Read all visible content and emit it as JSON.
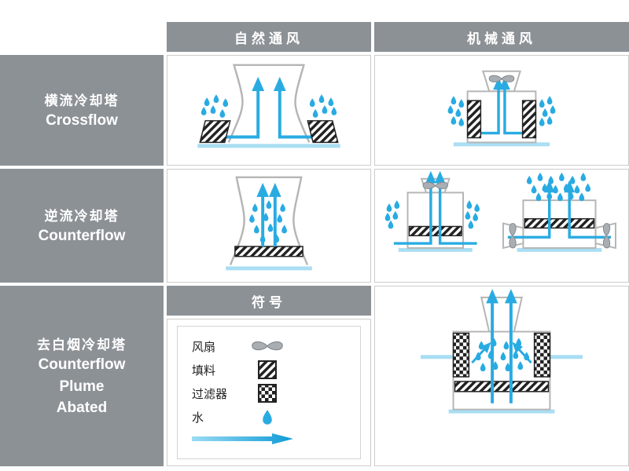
{
  "colors": {
    "header_gray": "#8c9196",
    "arrow_blue": "#29abe2",
    "basin_light_blue": "#a9def3",
    "pattern_black": "#222222"
  },
  "table": {
    "column_headers": [
      {
        "label": "自然通风"
      },
      {
        "label": "机械通风"
      }
    ],
    "row_headers": [
      {
        "zh": "横流冷却塔",
        "en_lines": [
          "Crossflow"
        ]
      },
      {
        "zh": "逆流冷却塔",
        "en_lines": [
          "Counterflow"
        ]
      },
      {
        "zh": "去白烟冷却塔",
        "en_lines": [
          "Counterflow",
          "Plume",
          "Abated"
        ]
      }
    ]
  },
  "legend": {
    "title": "符号",
    "items": [
      {
        "label": "风扇",
        "icon": "fan-icon"
      },
      {
        "label": "填料",
        "icon": "fill-icon"
      },
      {
        "label": "过滤器",
        "icon": "filter-icon"
      },
      {
        "label": "水",
        "icon": "water-drop-icon"
      },
      {
        "label": "",
        "icon": "flow-arrow-icon"
      }
    ]
  }
}
